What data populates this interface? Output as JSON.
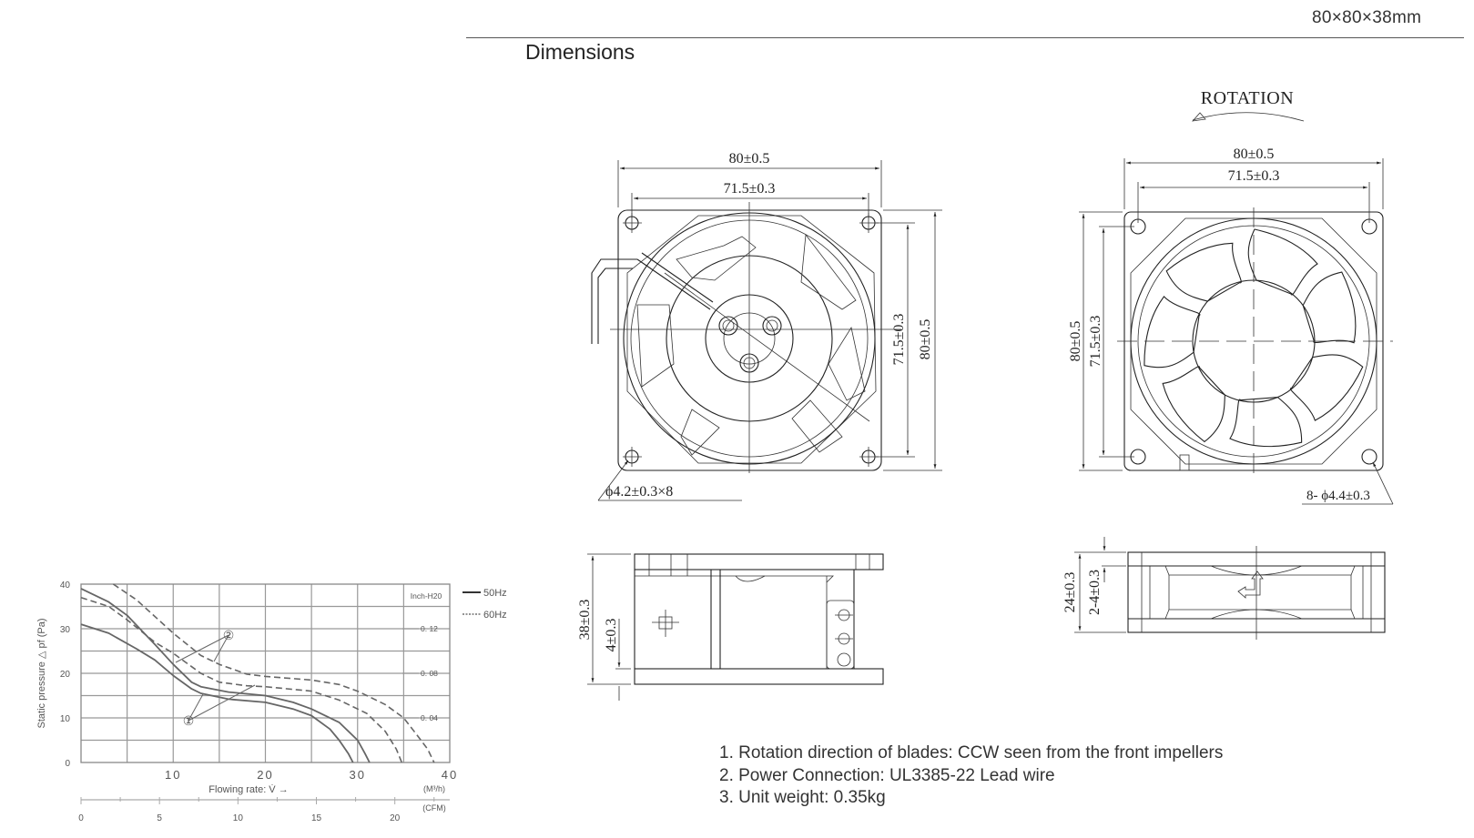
{
  "header": {
    "model_size": "80×80×38mm"
  },
  "section_title": "Dimensions",
  "drawings": {
    "front_view": {
      "outer_width": "80±0.5",
      "hole_pitch": "71.5±0.3",
      "hole_pitch_vertical": "71.5±0.3",
      "outer_height": "80±0.5",
      "mount_hole": "ϕ4.2±0.3×8"
    },
    "rear_view": {
      "rotation_label": "ROTATION",
      "outer_width": "80±0.5",
      "hole_pitch": "71.5±0.3",
      "outer_height": "80±0.5",
      "hole_pitch_vertical": "71.5±0.3",
      "mount_hole": "8- ϕ4.4±0.3"
    },
    "side_view_left": {
      "depth": "38±0.3",
      "flange": "4±0.3"
    },
    "side_view_right": {
      "depth": "24±0.3",
      "flange": "2-4±0.3"
    }
  },
  "notes": [
    "1. Rotation direction of blades: CCW seen from the front impellers",
    "2. Power Connection: UL3385-22 Lead wire",
    "3. Unit weight: 0.35kg"
  ],
  "chart_data": {
    "type": "line",
    "title": "",
    "xlabel": "Flowing rate: V̇ →",
    "xunit": "(M³/h)",
    "ylabel": "Static pressure △ pf (Pa)",
    "xlim": [
      0,
      40
    ],
    "ylim": [
      0,
      40
    ],
    "grid": true,
    "x_ticks": [
      "10",
      "20",
      "30",
      "40"
    ],
    "y_ticks": [
      "0",
      "10",
      "20",
      "30",
      "40"
    ],
    "secondary_y": {
      "unit": "Inch-H20",
      "ticks": [
        {
          "label": "0. 12",
          "pa": 30
        },
        {
          "label": "0. 08",
          "pa": 20
        },
        {
          "label": "0. 04",
          "pa": 10
        }
      ]
    },
    "secondary_x": {
      "unit": "(CFM)",
      "ticks": [
        "0",
        "5",
        "10",
        "15",
        "20"
      ],
      "max_cfm": 23.5
    },
    "legend": [
      {
        "label": "50Hz",
        "style": "solid"
      },
      {
        "label": "60Hz",
        "style": "dashed"
      }
    ],
    "legend_position": "right",
    "annotations": [
      "①",
      "②"
    ],
    "series": [
      {
        "name": "50Hz ① low",
        "style": "solid",
        "points": [
          [
            0,
            31
          ],
          [
            3,
            29
          ],
          [
            6,
            25.5
          ],
          [
            8,
            23
          ],
          [
            10,
            19.5
          ],
          [
            12,
            16.5
          ],
          [
            13,
            15.5
          ],
          [
            16,
            14.2
          ],
          [
            20,
            13.5
          ],
          [
            23,
            12
          ],
          [
            25,
            10.5
          ],
          [
            27,
            7.5
          ],
          [
            28,
            5
          ],
          [
            29,
            2
          ],
          [
            29.5,
            0
          ]
        ]
      },
      {
        "name": "50Hz ② high",
        "style": "solid",
        "points": [
          [
            0,
            39
          ],
          [
            3,
            36
          ],
          [
            5,
            33
          ],
          [
            8,
            26.5
          ],
          [
            10,
            22
          ],
          [
            12,
            18
          ],
          [
            13,
            17
          ],
          [
            16,
            15.8
          ],
          [
            20,
            15
          ],
          [
            23,
            13.5
          ],
          [
            25,
            12
          ],
          [
            28,
            9
          ],
          [
            30,
            5
          ],
          [
            30.8,
            2
          ],
          [
            31.3,
            0
          ]
        ]
      },
      {
        "name": "60Hz ① low",
        "style": "dashed",
        "points": [
          [
            0,
            37
          ],
          [
            3,
            35
          ],
          [
            5,
            32
          ],
          [
            8,
            27
          ],
          [
            10,
            24.5
          ],
          [
            13,
            20
          ],
          [
            15,
            18
          ],
          [
            18,
            17.2
          ],
          [
            20,
            17
          ],
          [
            25,
            16
          ],
          [
            28,
            14
          ],
          [
            31,
            11
          ],
          [
            33,
            7
          ],
          [
            34.2,
            3
          ],
          [
            34.8,
            0
          ]
        ]
      },
      {
        "name": "60Hz ② high",
        "style": "dashed",
        "points": [
          [
            3.5,
            40
          ],
          [
            6,
            36.5
          ],
          [
            10,
            29
          ],
          [
            13,
            24
          ],
          [
            15,
            22
          ],
          [
            18,
            19.8
          ],
          [
            20,
            19.3
          ],
          [
            25,
            18.5
          ],
          [
            28,
            17.5
          ],
          [
            30,
            16
          ],
          [
            33,
            13
          ],
          [
            35,
            10
          ],
          [
            36.5,
            6
          ],
          [
            37.6,
            3
          ],
          [
            38.3,
            0
          ]
        ]
      }
    ]
  },
  "colors": {
    "line": "#222222",
    "grid": "#999999",
    "chart_line": "#666666"
  }
}
